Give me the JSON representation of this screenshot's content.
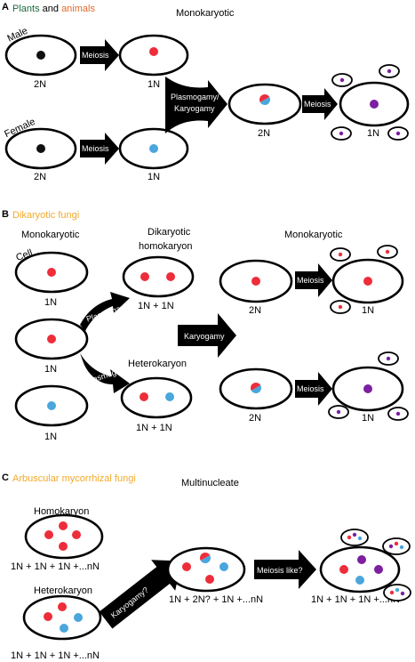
{
  "colors": {
    "red": "#ee2d3a",
    "blue": "#4aa6dc",
    "purple": "#7c1fa0",
    "black": "#111111",
    "plants": "#1c6a3b",
    "animals": "#e8682a",
    "fungi_title": "#f2a92b"
  },
  "panel_a": {
    "letter": "A",
    "title_plants": "Plants",
    "title_and": "and",
    "title_animals": "animals",
    "heading": "Monokaryotic",
    "male_label": "Male",
    "female_label": "Female",
    "male_ploidy": "2N",
    "female_ploidy": "2N",
    "haploid_top": "1N",
    "haploid_bottom": "1N",
    "zygote": "2N",
    "product": "1N",
    "arrow_meiosis_1": "Meiosis",
    "arrow_meiosis_2": "Meiosis",
    "arrow_fusion_1": "Plasmogamy/",
    "arrow_fusion_2": "Karyogamy",
    "arrow_meiosis_3": "Meiosis"
  },
  "panel_b": {
    "letter": "B",
    "title": "Dikaryotic fungi",
    "heading_left": "Monokaryotic",
    "heading_dik_1": "Dikaryotic",
    "heading_dik_2": "homokaryon",
    "heading_right": "Monokaryotic",
    "cell_label": "Cell",
    "heterokaryon": "Heterokaryon",
    "left1": "1N",
    "left2": "1N",
    "left3": "1N",
    "homo": "1N + 1N",
    "hetero": "1N + 1N",
    "diploid_top": "2N",
    "diploid_bottom": "2N",
    "product_top": "1N",
    "product_bottom": "1N",
    "arrow_plasmogamy_1": "Plasmogamy",
    "arrow_plasmogamy_2": "Plasmogamy",
    "arrow_karyogamy": "Karyogamy",
    "arrow_meiosis_1": "Meiosis",
    "arrow_meiosis_2": "Meiosis"
  },
  "panel_c": {
    "letter": "C",
    "title": "Arbuscular mycorrhizal fungi",
    "heading": "Multinucleate",
    "homokaryon": "Homokaryon",
    "heterokaryon": "Heterokaryon",
    "homo_label": "1N + 1N + 1N +...nN",
    "hetero_label": "1N + 1N + 1N +...nN",
    "middle_label": "1N + 2N? + 1N +...nN",
    "final_label": "1N + 1N + 1N +...nN",
    "arrow_karyogamy": "Karyogamy?",
    "arrow_meiosis": "Meiosis like?"
  }
}
